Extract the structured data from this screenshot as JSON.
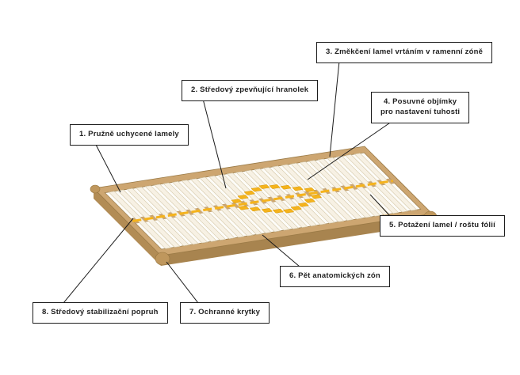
{
  "diagram": {
    "labels": [
      {
        "id": "1",
        "text": "1. Pružně uchycené lamely"
      },
      {
        "id": "2",
        "text": "2. Středový zpevňující hranolek"
      },
      {
        "id": "3",
        "text": "3. Změkčení lamel vrtáním v ramenní zóně"
      },
      {
        "id": "4",
        "text": "4. Posuvné objímky\npro nastavení tuhosti"
      },
      {
        "id": "5",
        "text": "5. Potažení lamel / roštu fólií"
      },
      {
        "id": "6",
        "text": "6. Pět anatomických zón"
      },
      {
        "id": "7",
        "text": "7. Ochranné krytky"
      },
      {
        "id": "8",
        "text": "8. Středový stabilizační popruh"
      }
    ],
    "colors": {
      "frame_wood": "#cda671",
      "frame_side": "#b28c55",
      "frame_side_dark": "#a8844f",
      "frame_end": "#9f7c49",
      "frame_line": "#9a7a46",
      "slat": "#f7f1e4",
      "slat_edge": "#d4c7a8",
      "inner_bg": "#fdfcf8",
      "accent_yellow": "#f5b31c",
      "accent_yellow_dark": "#d79a06",
      "cap": "#bf975d",
      "line": "#1a1a1a"
    }
  }
}
